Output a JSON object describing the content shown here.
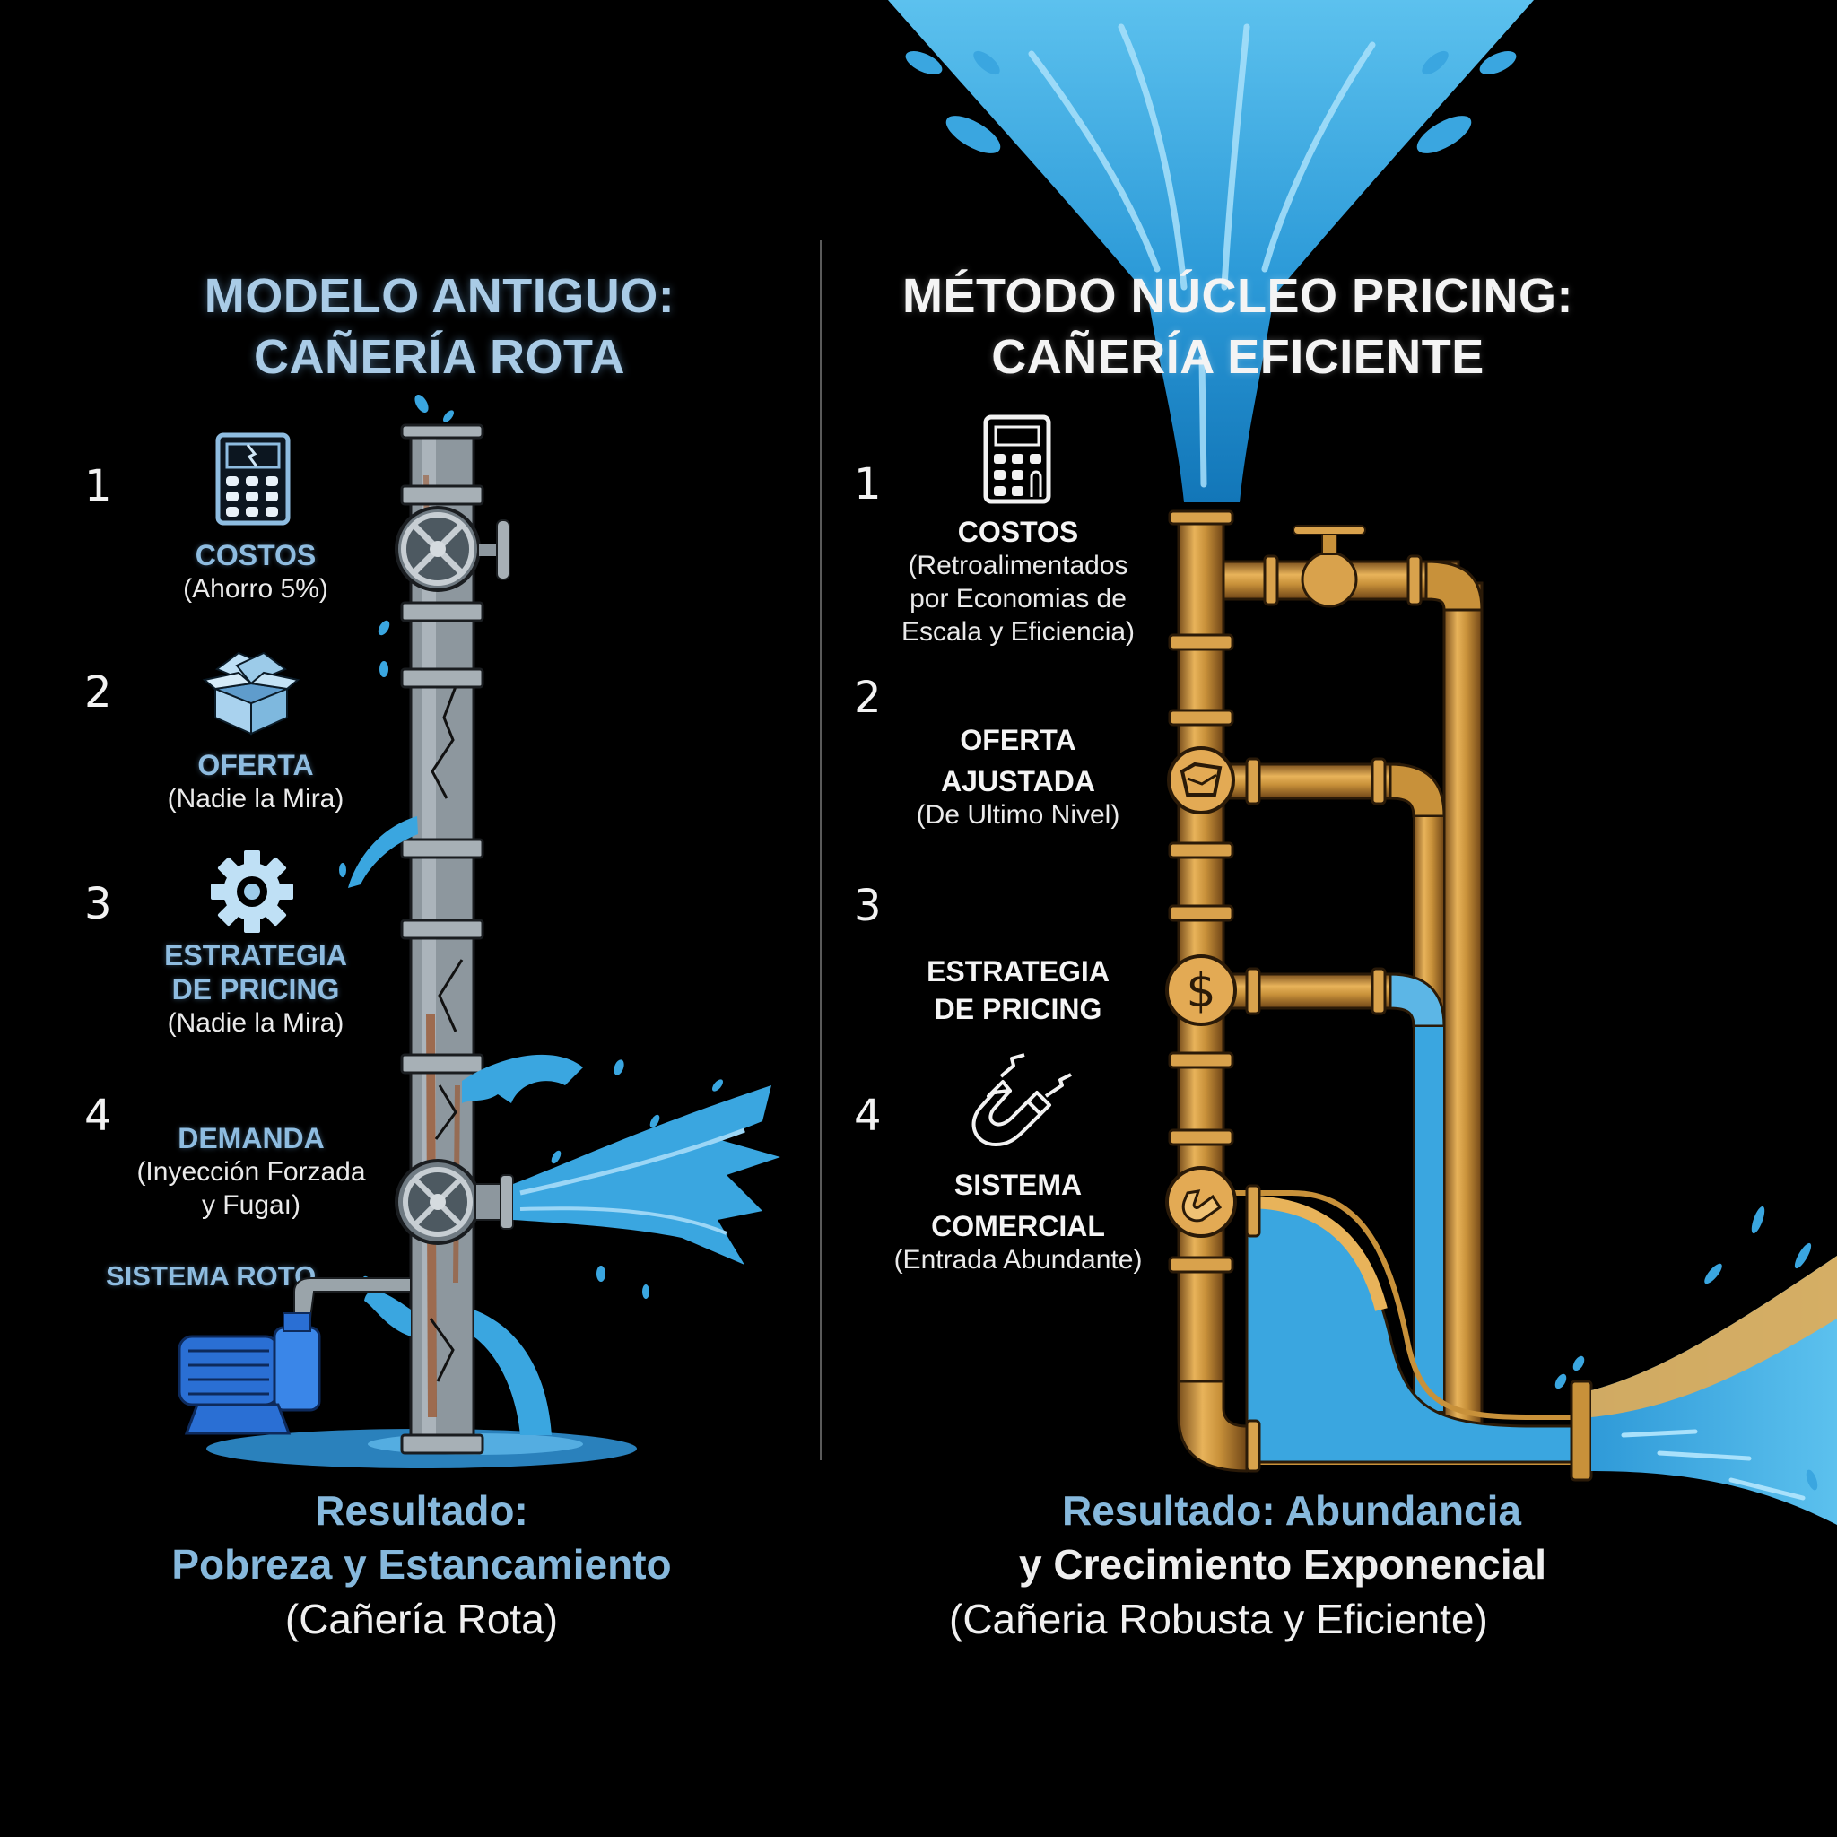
{
  "left": {
    "title_line1": "MODELO ANTIGUO:",
    "title_line2": "CAÑERÍA ROTA",
    "steps": [
      {
        "number": "1",
        "icon": "calculator-icon",
        "title": "COSTOS",
        "subtitle": "(Ahorro 5%)"
      },
      {
        "number": "2",
        "icon": "open-box-icon",
        "title": "OFERTA",
        "subtitle": "(Nadie la Mira)"
      },
      {
        "number": "3",
        "icon": "gear-icon",
        "title_line1": "ESTRATEGIA",
        "title_line2": "DE PRICING",
        "subtitle": "(Nadie la Mira)"
      },
      {
        "number": "4",
        "icon": null,
        "title": "DEMANDA",
        "subtitle_line1": "(Inyección Forzada",
        "subtitle_line2": "y Fugaı)"
      }
    ],
    "system_label": "SISTEMA ROTO",
    "result_line1": "Resultado:",
    "result_line2": "Pobreza y Estancamiento",
    "result_line3": "(Cañería Rota)"
  },
  "right": {
    "title_line1": "MÉTODO NÚCLEO PRICING:",
    "title_line2": "CAÑERÍA EFICIENTE",
    "steps": [
      {
        "number": "1",
        "icon": "calculator-icon",
        "title": "COSTOS",
        "subtitle_line1": "(Retroalimentados",
        "subtitle_line2": "por Economias de",
        "subtitle_line3": "Escala y Eficiencia)"
      },
      {
        "number": "2",
        "icon": "box-valve-icon",
        "title_line1": "OFERTA",
        "title_line2": "AJUSTADA",
        "subtitle": "(De Ultimo Nivel)"
      },
      {
        "number": "3",
        "icon": "dollar-valve-icon",
        "title_line1": "ESTRATEGIA",
        "title_line2": "DE PRICING"
      },
      {
        "number": "4",
        "icon": "magnet-icon",
        "title_line1": "SISTEMA",
        "title_line2": "COMERCIAL",
        "subtitle": "(Entrada Abundante)"
      }
    ],
    "result_line1": "Resultado: Abundancia",
    "result_line2": "y Crecimiento Exponencial",
    "result_line3": "(Cañeria Robusta y Eficiente)"
  },
  "colors": {
    "background": "#000000",
    "left_accent": "#8ebce0",
    "water": "#3aa6e0",
    "copper": "#c8913a",
    "steel": "#8d979e",
    "rust": "#9a5a35"
  }
}
